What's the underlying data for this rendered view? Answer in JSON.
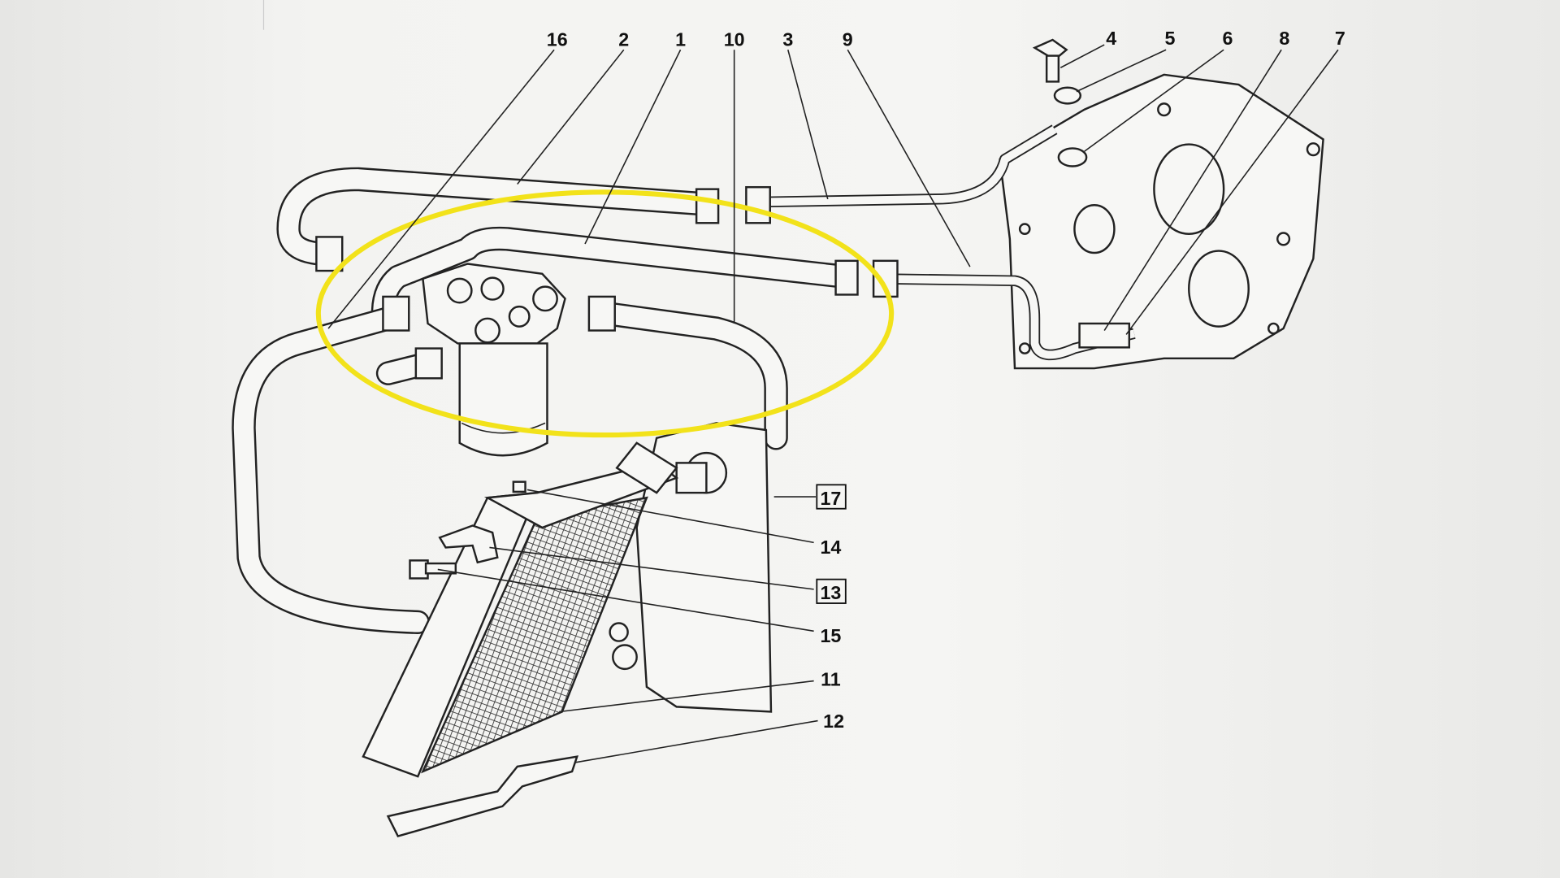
{
  "diagram": {
    "title": "Oil cooler and lines exploded view",
    "highlight_color": "#f2e21a",
    "callouts": {
      "c16": "16",
      "c2": "2",
      "c1": "1",
      "c10": "10",
      "c3": "3",
      "c9": "9",
      "c4": "4",
      "c5": "5",
      "c6": "6",
      "c8": "8",
      "c7": "7",
      "c17": "17",
      "c14": "14",
      "c13": "13",
      "c15": "15",
      "c11": "11",
      "c12": "12"
    }
  }
}
